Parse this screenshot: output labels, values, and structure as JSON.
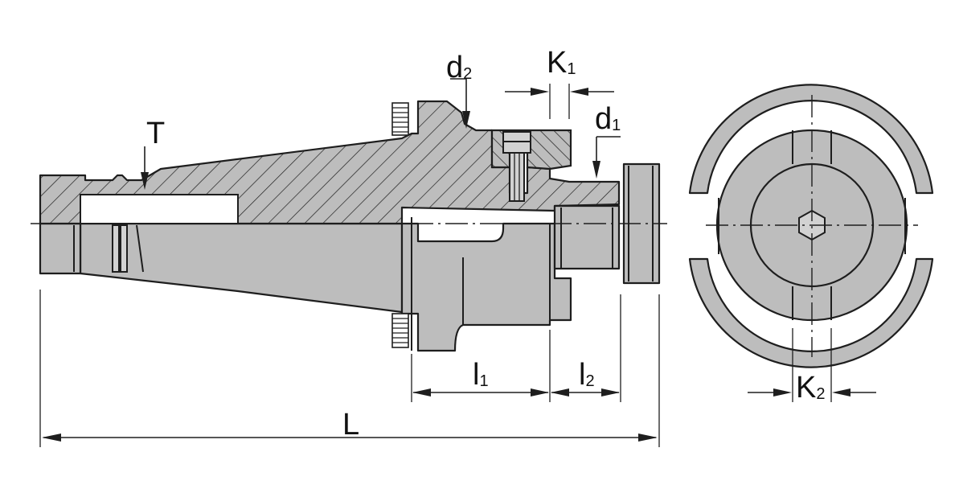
{
  "labels": {
    "T": "T",
    "d2": {
      "main": "d",
      "sub": "2"
    },
    "K1": {
      "main": "K",
      "sub": "1"
    },
    "d1": {
      "main": "d",
      "sub": "1"
    },
    "l1": {
      "main": "l",
      "sub": "1"
    },
    "l2": {
      "main": "l",
      "sub": "2"
    },
    "L": "L",
    "K2": {
      "main": "K",
      "sub": "2"
    }
  },
  "colors": {
    "fill": "#bdbdbd",
    "line": "#1e1e1e",
    "background": "#ffffff"
  }
}
